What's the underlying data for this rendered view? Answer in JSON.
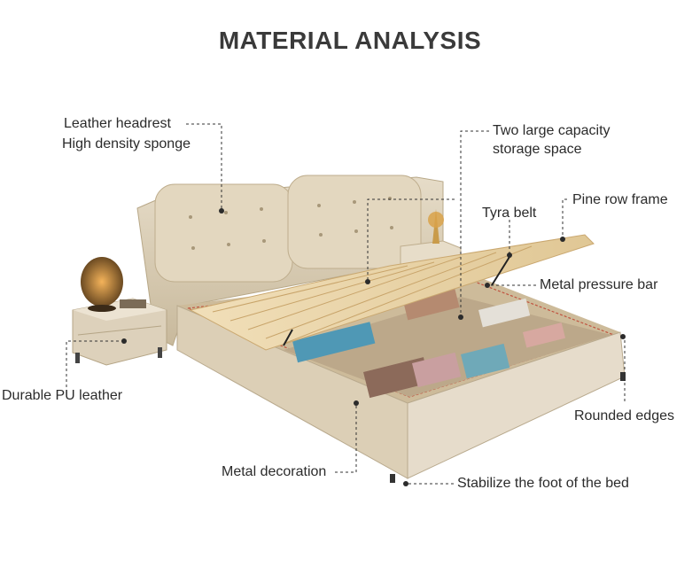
{
  "title": "MATERIAL ANALYSIS",
  "labels": {
    "headrest_line1": "Leather headrest",
    "headrest_line2": "High density sponge",
    "storage_line1": "Two large capacity",
    "storage_line2": "storage space",
    "pine_frame": "Pine row frame",
    "tyra_belt": "Tyra belt",
    "pressure_bar": "Metal pressure bar",
    "pu_leather": "Durable PU leather",
    "rounded_edges": "Rounded edges",
    "metal_decoration": "Metal decoration",
    "stabilize_foot": "Stabilize the foot of the bed"
  },
  "colors": {
    "leather": "#d9ccb4",
    "leather_shadow": "#b9aa8e",
    "slats": "#e8d3a8",
    "storage_interior": "#c9b89c",
    "leader_line": "#333333"
  }
}
